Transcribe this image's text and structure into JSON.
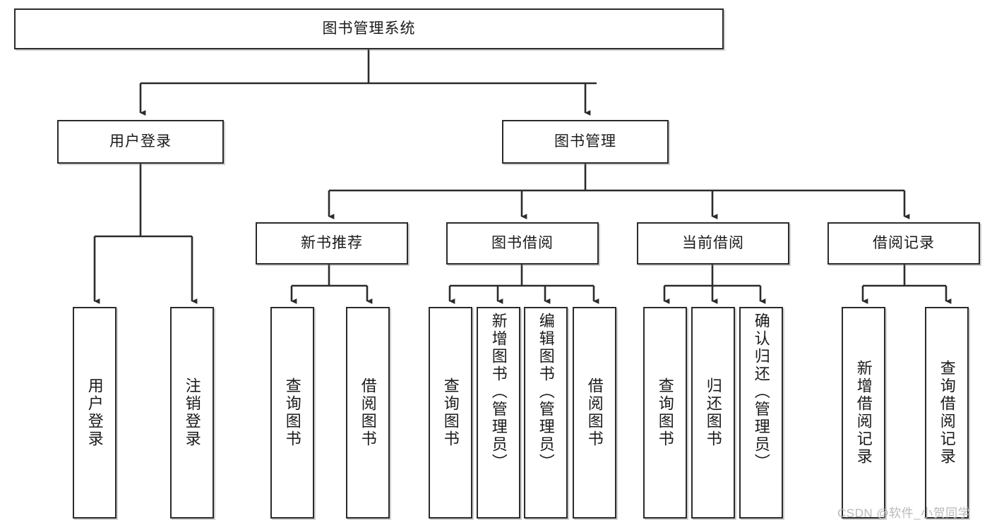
{
  "diagram": {
    "title_node": {
      "label": "图书管理系统"
    },
    "level2": [
      {
        "id": "user-login",
        "label": "用户登录"
      },
      {
        "id": "book-manage",
        "label": "图书管理"
      }
    ],
    "level3": [
      {
        "id": "new-book-recommend",
        "label": "新书推荐"
      },
      {
        "id": "book-borrow",
        "label": "图书借阅"
      },
      {
        "id": "current-borrow",
        "label": "当前借阅"
      },
      {
        "id": "borrow-record",
        "label": "借阅记录"
      }
    ],
    "leaves": [
      {
        "id": "leaf-user-login",
        "label": "用户登录"
      },
      {
        "id": "leaf-logout-login",
        "label": "注销登录"
      },
      {
        "id": "leaf-query-book-1",
        "label": "查询图书"
      },
      {
        "id": "leaf-borrow-book-1",
        "label": "借阅图书"
      },
      {
        "id": "leaf-query-book-2",
        "label": "查询图书"
      },
      {
        "id": "leaf-add-book",
        "label": "新增图书（管理员）"
      },
      {
        "id": "leaf-edit-book",
        "label": "编辑图书（管理员）"
      },
      {
        "id": "leaf-borrow-book-2",
        "label": "借阅图书"
      },
      {
        "id": "leaf-query-book-3",
        "label": "查询图书"
      },
      {
        "id": "leaf-return-book",
        "label": "归还图书"
      },
      {
        "id": "leaf-confirm-return",
        "label": "确认归还（管理员）"
      },
      {
        "id": "leaf-add-record",
        "label": "新增借阅记录"
      },
      {
        "id": "leaf-query-record",
        "label": "查询借阅记录"
      }
    ],
    "watermark": "CSDN @软件_小贺同学",
    "colors": {
      "stroke": "#2b2b2b",
      "fill": "#ffffff",
      "text": "#1a1a1a",
      "watermark": "#b9b9b9"
    }
  }
}
